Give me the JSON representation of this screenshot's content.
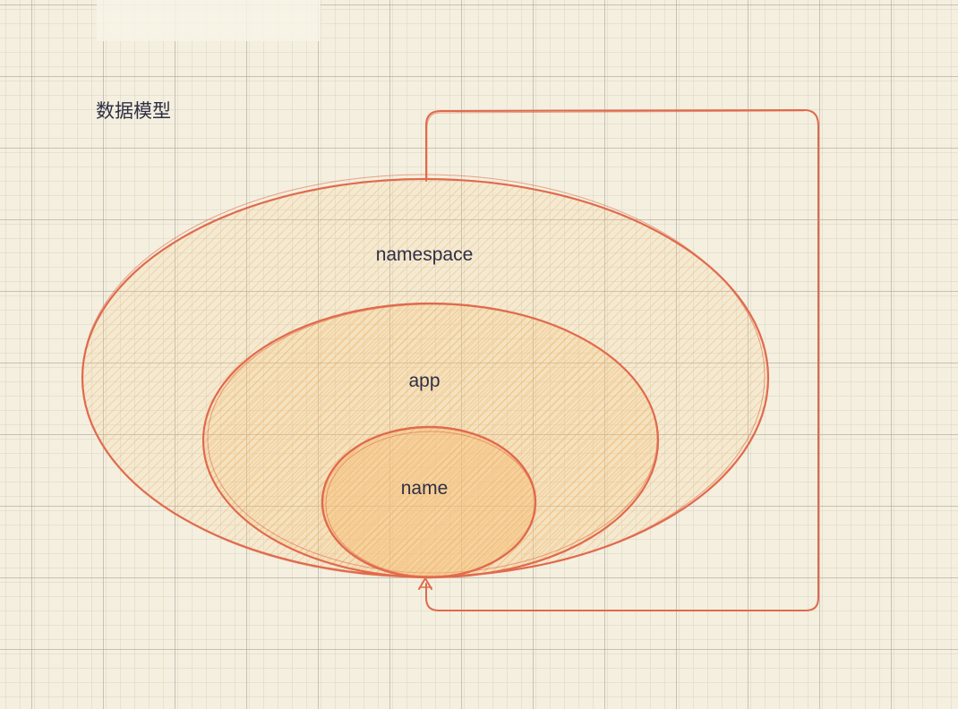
{
  "title": "数据模型",
  "nodes": {
    "namespace": {
      "label": "namespace"
    },
    "app": {
      "label": "app"
    },
    "name": {
      "label": "name"
    }
  },
  "colors": {
    "background": "#f4efde",
    "grid_minor": "#d9d4c6",
    "grid_major": "#a9a59c",
    "stroke": "#e06a4d",
    "fill": "#f6c27a",
    "text": "#2f2f45"
  },
  "icons": {
    "connector_arrow": "arrowhead-up-icon"
  }
}
